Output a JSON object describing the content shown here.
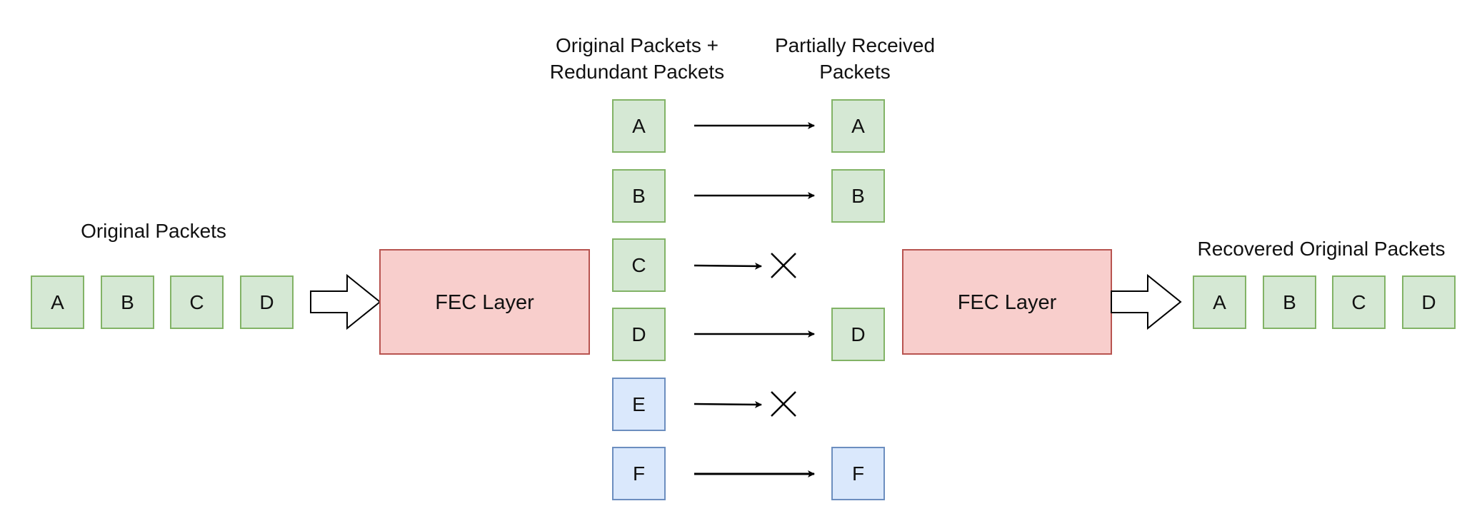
{
  "labels": {
    "original_packets": "Original Packets",
    "sent_line1": "Original Packets +",
    "sent_line2": "Redundant Packets",
    "received_line1": "Partially Received",
    "received_line2": "Packets",
    "recovered": "Recovered Original Packets"
  },
  "encoder": {
    "label": "FEC Layer"
  },
  "decoder": {
    "label": "FEC Layer"
  },
  "original_packets": [
    "A",
    "B",
    "C",
    "D"
  ],
  "transmitted_packets": [
    {
      "label": "A",
      "kind": "original",
      "received": true
    },
    {
      "label": "B",
      "kind": "original",
      "received": true
    },
    {
      "label": "C",
      "kind": "original",
      "received": false
    },
    {
      "label": "D",
      "kind": "original",
      "received": true
    },
    {
      "label": "E",
      "kind": "redundant",
      "received": false
    },
    {
      "label": "F",
      "kind": "redundant",
      "received": true
    }
  ],
  "received_packets": [
    "A",
    "B",
    "D",
    "F"
  ],
  "recovered_packets": [
    "A",
    "B",
    "C",
    "D"
  ],
  "colors": {
    "original_fill": "#d5e8d4",
    "original_stroke": "#82b366",
    "redundant_fill": "#dae8fc",
    "redundant_stroke": "#6c8ebf",
    "fec_fill": "#f8cecc",
    "fec_stroke": "#b85450",
    "line": "#000000"
  }
}
